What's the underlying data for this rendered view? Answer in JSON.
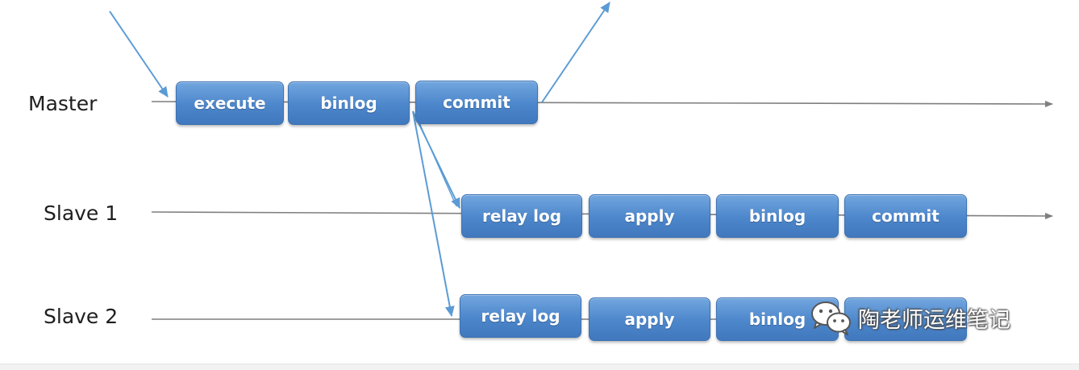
{
  "rows": {
    "master": {
      "label": "Master",
      "steps": [
        "execute",
        "binlog",
        "commit"
      ]
    },
    "slave1": {
      "label": "Slave 1",
      "steps": [
        "relay log",
        "apply",
        "binlog",
        "commit"
      ]
    },
    "slave2": {
      "label": "Slave 2",
      "steps": [
        "relay log",
        "apply",
        "binlog"
      ]
    }
  },
  "colors": {
    "box": "#4c86cb",
    "arrow": "#5b9bd5",
    "timeline": "#7f7f7f"
  },
  "watermark": {
    "icon": "wechat-icon",
    "text": "陶老师运维笔记"
  }
}
